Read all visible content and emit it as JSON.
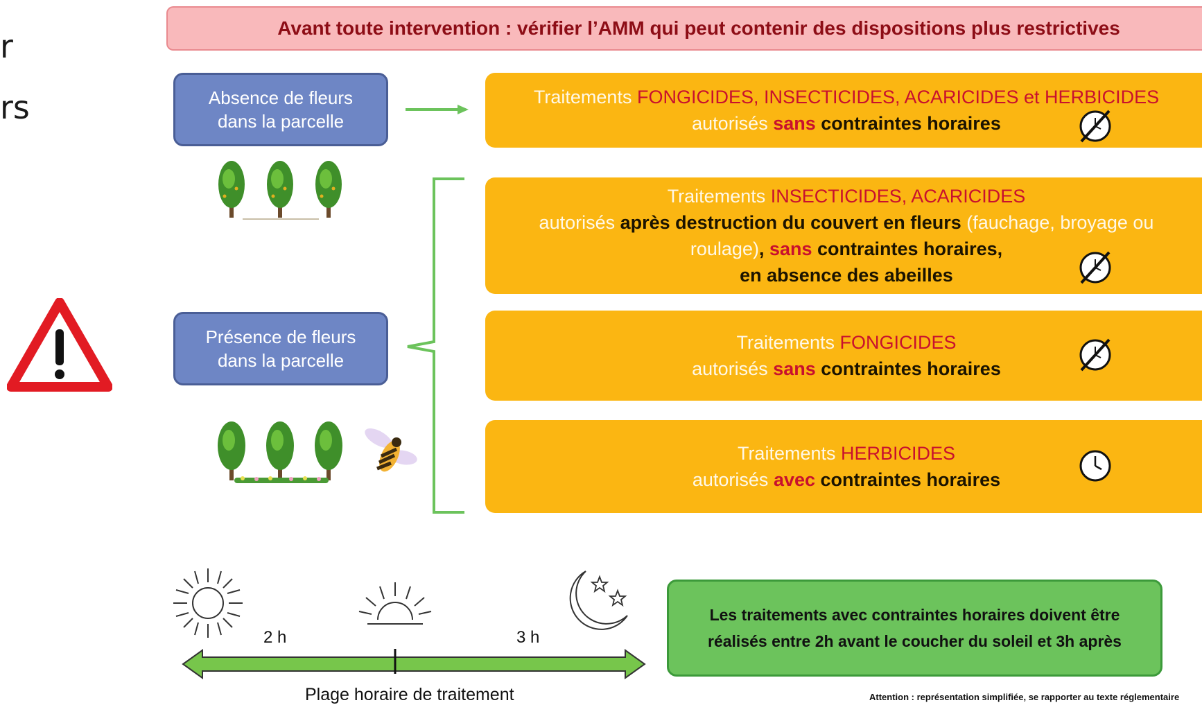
{
  "left_fragment": [
    "r",
    "rs"
  ],
  "banner": "Avant toute intervention : vérifier l’AMM qui peut contenir des dispositions plus restrictives",
  "conditions": {
    "absence": [
      "Absence de fleurs",
      "dans la parcelle"
    ],
    "presence": [
      "Présence de fleurs",
      "dans la parcelle"
    ]
  },
  "treatments": [
    {
      "t1": "Traitements ",
      "t1r": "FONGICIDES, INSECTICIDES, ACARICIDES et HERBICIDES",
      "t2a": "autorisés ",
      "t2r": "sans",
      "t2b": " contraintes horaires",
      "clock": "no-time-constraint-icon"
    },
    {
      "t1": "Traitements ",
      "t1r": "INSECTICIDES, ACARICIDES",
      "l2a": "autorisés ",
      "l2b": "après destruction du couvert en fleurs",
      "l2c": " (fauchage, broyage ou",
      "l3a": "roulage)",
      "l3b": ", ",
      "l3r": "sans",
      "l3c": " contraintes horaires,",
      "l4": "en absence des abeilles",
      "clock": "no-time-constraint-icon"
    },
    {
      "t1": "Traitements ",
      "t1r": "FONGICIDES",
      "t2a": "autorisés ",
      "t2r": "sans",
      "t2b": " contraintes horaires",
      "clock": "no-time-constraint-icon"
    },
    {
      "t1": "Traitements ",
      "t1r": "HERBICIDES",
      "t2a": "autorisés ",
      "t2r": "avec",
      "t2b": " contraintes horaires",
      "clock": "clock-icon"
    }
  ],
  "timeline": {
    "before": "2 h",
    "after": "3 h",
    "caption": "Plage horaire de traitement"
  },
  "info": [
    "Les traitements avec contraintes horaires doivent être",
    "réalisés entre 2h avant le coucher du soleil et 3h après"
  ],
  "footnote": "Attention : représentation simplifiée, se rapporter au texte réglementaire",
  "colors": {
    "orange": "#fbb612",
    "blue": "#6e86c5",
    "green": "#6cc35c",
    "banner": "#f9b9bb",
    "red_text": "#c8102e"
  }
}
